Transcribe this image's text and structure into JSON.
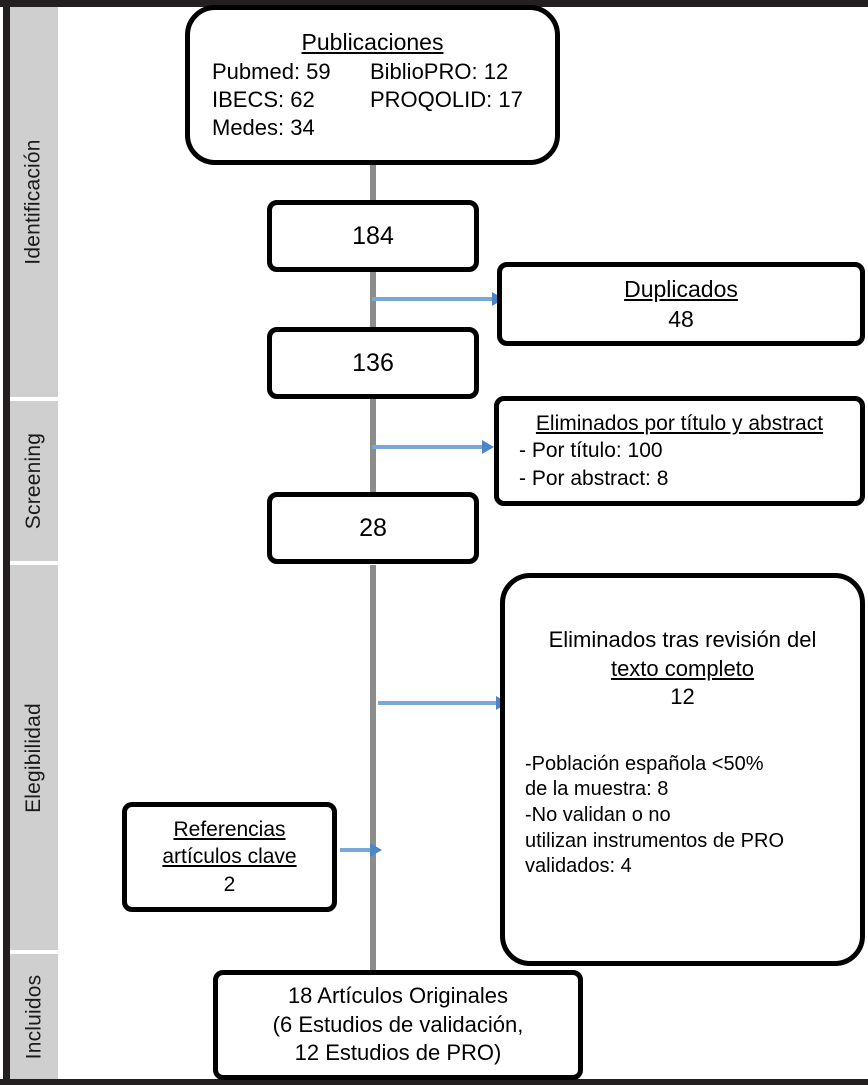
{
  "figure": {
    "type": "prisma-flow-diagram",
    "language": "es",
    "colors": {
      "stage_band": "#cfcfcf",
      "box_border": "#000000",
      "connector_line": "#8c8c8c",
      "arrow": "#7aa7d9",
      "frame": "#231f20",
      "text": "#000000"
    }
  },
  "stages": [
    {
      "id": "identificacion",
      "label": "Identificación"
    },
    {
      "id": "screening",
      "label": "Screening"
    },
    {
      "id": "elegibilidad",
      "label": "Elegibilidad"
    },
    {
      "id": "incluidos",
      "label": "Incluidos"
    }
  ],
  "boxes": {
    "publicaciones": {
      "title": "Publicaciones",
      "sources": [
        {
          "name": "Pubmed:",
          "count": "59"
        },
        {
          "name": "BiblioPRO:",
          "count": "12"
        },
        {
          "name": "IBECS:",
          "count": "62"
        },
        {
          "name": "PROQOLID:",
          "count": "17"
        },
        {
          "name": "Medes:",
          "count": "34"
        }
      ],
      "rows": [
        {
          "left_name": "Pubmed:",
          "left_count": "59",
          "right_name": "BiblioPRO:",
          "right_count": "12"
        },
        {
          "left_name": "IBECS:",
          "left_count": "62",
          "right_name": "PROQOLID:",
          "right_count": "17"
        },
        {
          "left_name": "Medes:",
          "left_count": "34",
          "right_name": "",
          "right_count": ""
        }
      ],
      "left_col": [
        "Pubmed: 59",
        "IBECS: 62",
        "Medes: 34"
      ],
      "right_col": [
        "BiblioPRO: 12",
        "PROQOLID: 17",
        ""
      ]
    },
    "total_identificados": {
      "value": "184"
    },
    "tras_duplicados": {
      "value": "136"
    },
    "tras_cribado": {
      "value": "28"
    },
    "duplicados": {
      "title": "Duplicados",
      "value": "48"
    },
    "eliminados_titulo_abstract": {
      "title": "Eliminados por título y abstract",
      "items": [
        "- Por título: 100",
        "- Por abstract: 8"
      ]
    },
    "eliminados_texto_completo": {
      "title_line1": "Eliminados tras revisión del",
      "title_line2": "texto completo",
      "value": "12",
      "reasons": [
        "-Población española <50%",
        "de la muestra: 8",
        "-No validan o no",
        "utilizan instrumentos de PRO",
        "validados: 4"
      ]
    },
    "referencias_clave": {
      "title_line1": "Referencias",
      "title_line2": "artículos clave",
      "value": "2"
    },
    "incluidos_final": {
      "lines": [
        "18 Artículos Originales",
        "(6 Estudios de validación,",
        "12 Estudios de PRO)"
      ]
    }
  }
}
